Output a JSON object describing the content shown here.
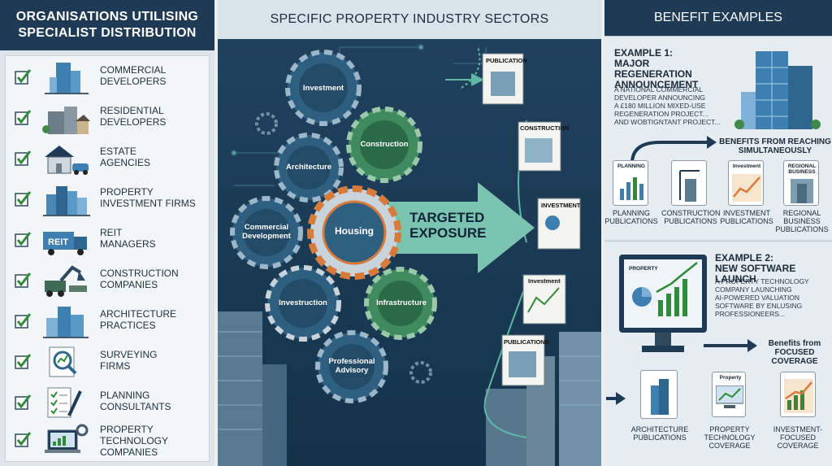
{
  "left": {
    "title_line1": "ORGANISATIONS UTILISING",
    "title_line2": "SPECIALIST DISTRIBUTION",
    "items": [
      {
        "line1": "COMMERCIAL",
        "line2": "DEVELOPERS",
        "icon": "office-tower-icon"
      },
      {
        "line1": "RESIDENTIAL",
        "line2": "DEVELOPERS",
        "icon": "apartment-icon"
      },
      {
        "line1": "ESTATE",
        "line2": "AGENCIES",
        "icon": "house-car-icon"
      },
      {
        "line1": "PROPERTY",
        "line2": "INVESTMENT FIRMS",
        "icon": "city-buildings-icon"
      },
      {
        "line1": "REIT",
        "line2": "MANAGERS",
        "icon": "reit-truck-icon"
      },
      {
        "line1": "CONSTRUCTION",
        "line2": "COMPANIES",
        "icon": "excavator-icon"
      },
      {
        "line1": "ARCHITECTURE",
        "line2": "PRACTICES",
        "icon": "architecture-buildings-icon"
      },
      {
        "line1": "SURVEYING",
        "line2": "FIRMS",
        "icon": "magnifier-chart-icon"
      },
      {
        "line1": "PLANNING",
        "line2": "CONSULTANTS",
        "icon": "checklist-pencil-icon"
      },
      {
        "line1": "PROPERTY",
        "line2": "TECHNOLOGY",
        "line3": "COMPANIES",
        "icon": "laptop-gear-icon"
      }
    ]
  },
  "center": {
    "title": "SPECIFIC PROPERTY INDUSTRY SECTORS",
    "gears": {
      "investment": "Investment",
      "construction": "Construction",
      "architecture": "Architecture",
      "commercial_line1": "Commercial",
      "commercial_line2": "Development",
      "housing": "Housing",
      "investruction": "Investruction",
      "infrastructure": "Infrastructure",
      "professional_line1": "Professional",
      "professional_line2": "Advisory"
    },
    "exposure_line1": "TARGETED",
    "exposure_line2": "EXPOSURE",
    "pubs": [
      "PUBLICATION",
      "CONSTRUCTION",
      "INVESTMENT",
      "Investment",
      "PUBLICATIONS"
    ]
  },
  "right": {
    "title": "BENEFIT EXAMPLES",
    "example1": {
      "title_line1": "EXAMPLE 1:",
      "title_line2": "MAJOR REGENERATION",
      "title_line3": "ANNOUNCEMENT",
      "desc_line1": "A NATIONAL COMMERCIAL",
      "desc_line2": "DEVELOPER ANNOUNCING",
      "desc_line3": "A £180 MILLION MIXED-USE",
      "desc_line4": "REGENERATION PROJECT...",
      "desc_line5": "AND WOBTIGNTANT PROJECT...",
      "benefits_line1": "BENEFITS FROM REACHING",
      "benefits_line2": "SIMULTANEOUSLY",
      "cards": [
        {
          "tag": "PLANNING",
          "label_line1": "PLANNING",
          "label_line2": "PUBLICATIONS"
        },
        {
          "tag": "",
          "label_line1": "CONSTRUCTION",
          "label_line2": "PUBLICATIONS"
        },
        {
          "tag": "Investment",
          "label_line1": "INVESTMENT",
          "label_line2": "PUBLICATIONS"
        },
        {
          "tag": "REGIONAL BUSINESS",
          "label_line1": "REGIONAL",
          "label_line2": "BUSINESS",
          "label_line3": "PUBLICATIONS"
        }
      ]
    },
    "example2": {
      "title_line1": "EXAMPLE 2:",
      "title_line2": "NEW SOFTWARE LAUNCH",
      "desc_line1": "A PROPERTY TECHNOLOGY",
      "desc_line2": "COMPANY LAUNCHING",
      "desc_line3": "AI-POWERED VALUATION",
      "desc_line4": "SOFTWARE BY ENLUSING",
      "desc_line5": "PROFESSIONEERS...",
      "screen_tag": "PROPERTY",
      "benefits_line1": "Benefits from",
      "benefits_line2": "FOCUSED",
      "benefits_line3": "COVERAGE",
      "cards": [
        {
          "tag": "",
          "label_line1": "ARCHITECTURE",
          "label_line2": "PUBLICATIONS"
        },
        {
          "tag": "Property",
          "label_line1": "PROPERTY",
          "label_line2": "TECHNOLOGY",
          "label_line3": "COVERAGE"
        },
        {
          "tag": "",
          "label_line1": "INVESTMENT-",
          "label_line2": "FOCUSED",
          "label_line3": "COVERAGE"
        }
      ]
    }
  },
  "colors": {
    "navy": "#1e3a55",
    "check_green": "#2f8a3a",
    "gear_blue": "#2f5f80",
    "gear_green": "#3f8a5f",
    "gear_orange": "#d77a3a",
    "arrow_teal": "#5fb7a6"
  }
}
